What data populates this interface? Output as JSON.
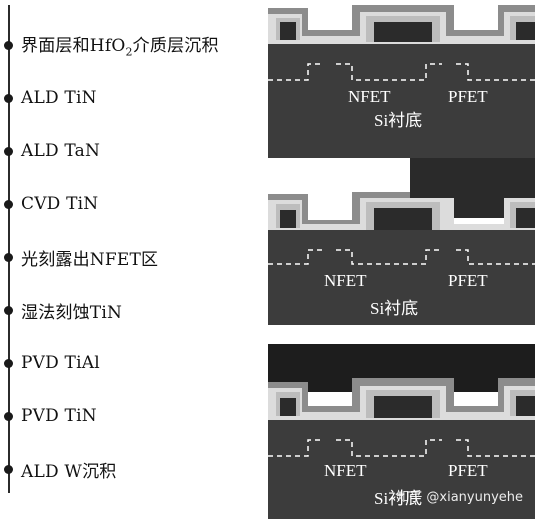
{
  "steps": [
    {
      "label_pre": "界面层和HfO",
      "label_sub": "2",
      "label_post": "介质层沉积"
    },
    {
      "label": "ALD TiN"
    },
    {
      "label": "ALD TaN"
    },
    {
      "label": "CVD TiN"
    },
    {
      "label": "光刻露出NFET区"
    },
    {
      "label": "湿法刻蚀TiN"
    },
    {
      "label": "PVD TiAl"
    },
    {
      "label": "PVD TiN"
    },
    {
      "label": "ALD W沉积"
    }
  ],
  "panels": [
    {
      "nfet": "NFET",
      "pfet": "PFET",
      "substrate": "Si衬底"
    },
    {
      "nfet": "NFET",
      "pfet": "PFET",
      "substrate": "Si衬底"
    },
    {
      "nfet": "NFET",
      "pfet": "PFET",
      "substrate": "Si衬底"
    }
  ],
  "watermark": "知乎 @xianyunyehe",
  "colors": {
    "substrate": "#3c3c3c",
    "dielectric": "#dcdcdc",
    "metal_layer": "#8c8c8c",
    "spacer": "#bdbdbd",
    "fill": "#1d1d1d",
    "mask": "#2a2a2a"
  }
}
